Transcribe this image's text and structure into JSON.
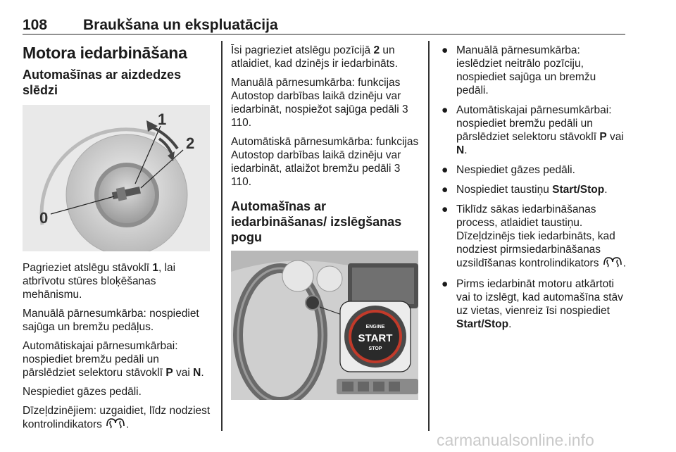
{
  "header": {
    "page_number": "108",
    "title": "Braukšana un ekspluatācija"
  },
  "col1": {
    "section_title": "Motora iedarbināšana",
    "subsection_title": "Automašīnas ar aizdedzes slēdzi",
    "figure_labels": {
      "pos0": "0",
      "pos1": "1",
      "pos2": "2"
    },
    "p1_a": "Pagrieziet atslēgu stāvoklī ",
    "p1_b": "1",
    "p1_c": ", lai atbrīvotu stūres bloķēšanas mehānismu.",
    "p2": "Manuālā pārnesumkārba: nospiediet sajūga un bremžu pedāļus.",
    "p3_a": "Automātiskajai pārnesumkārbai: nospiediet bremžu pedāli un pārslēdziet selektoru stāvoklī ",
    "p3_b": "P",
    "p3_c": " vai ",
    "p3_d": "N",
    "p3_e": ".",
    "p4": "Nespiediet gāzes pedāli.",
    "p5": "Dīzeļdzinējiem: uzgaidiet, līdz nodziest kontrolindikators",
    "p5_end": "."
  },
  "col2": {
    "p1_a": "Īsi pagrieziet atslēgu pozīcijā ",
    "p1_b": "2",
    "p1_c": " un atlaidiet, kad dzinējs ir iedarbināts.",
    "p2_a": "Manuālā pārnesumkārba: funkcijas Autostop darbības laikā dzinēju var iedarbināt, nospiežot sajūga pedāli ",
    "p2_ref": "3",
    "p2_b": " 110.",
    "p3_a": "Automātiskā pārnesumkārba: funkcijas Autostop darbības laikā dzinēju var iedarbināt, atlaižot bremžu pedāli ",
    "p3_ref": "3",
    "p3_b": " 110.",
    "heading": "Automašīnas ar iedarbināšanas/ izslēgšanas pogu",
    "button_labels": {
      "top": "ENGINE",
      "mid": "START",
      "bot": "STOP"
    }
  },
  "col3": {
    "bullet": "●",
    "b1": "Manuālā pārnesumkārba: ieslēdziet neitrālo pozīciju, nospiediet sajūga un bremžu pedāli.",
    "b2_a": "Automātiskajai pārnesumkārbai: nospiediet bremžu pedāli un pārslēdziet selektoru stāvoklī ",
    "b2_b": "P",
    "b2_c": " vai ",
    "b2_d": "N",
    "b2_e": ".",
    "b3": "Nespiediet gāzes pedāli.",
    "b4_a": "Nospiediet taustiņu ",
    "b4_b": "Start/Stop",
    "b4_c": ".",
    "b5": "Tiklīdz sākas iedarbināšanas process, atlaidiet taustiņu. Dīzeļdzinējs tiek iedarbināts, kad nodziest pirmsiedarbināšanas uzsildīšanas kontrolindikators",
    "b5_end": ".",
    "b6_a": "Pirms iedarbināt motoru atkārtoti vai to izslēgt, kad automašīna stāv uz vietas, vienreiz īsi nospiediet ",
    "b6_b": "Start/Stop",
    "b6_c": "."
  },
  "footer": {
    "watermark": "carmanualsonline.info"
  }
}
